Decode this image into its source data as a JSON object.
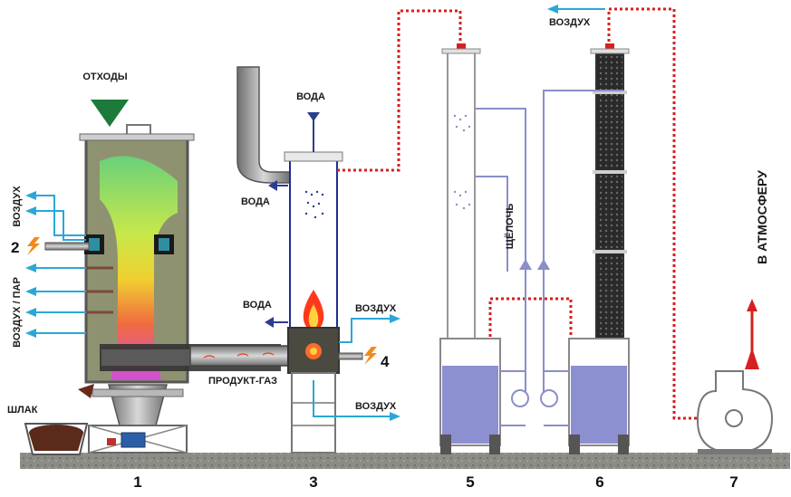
{
  "labels": {
    "waste": "ОТХОДЫ",
    "air_left": "ВОЗДУХ",
    "air_steam": "ВОЗДУХ / ПАР",
    "slag": "ШЛАК",
    "product_gas": "ПРОДУКТ-ГАЗ",
    "water_top": "ВОДА",
    "water_left": "ВОДА",
    "water_low": "ВОДА",
    "air_right_top": "ВОЗДУХ",
    "air_right_bottom": "ВОЗДУХ",
    "alkali": "ЩЁЛОЧЬ",
    "air_top_right": "ВОЗДУХ",
    "to_atmosphere": "В АТМОСФЕРУ"
  },
  "markers": {
    "m2": "2",
    "m4": "4"
  },
  "units": [
    "1",
    "3",
    "5",
    "6",
    "7"
  ],
  "colors": {
    "air_line": "#29a8d8",
    "water_line": "#2b3d8f",
    "gas_line": "#d62020",
    "alkali_line": "#8a8fc8",
    "liquid": "#8c8fd0",
    "ground": "#8a8a84"
  }
}
